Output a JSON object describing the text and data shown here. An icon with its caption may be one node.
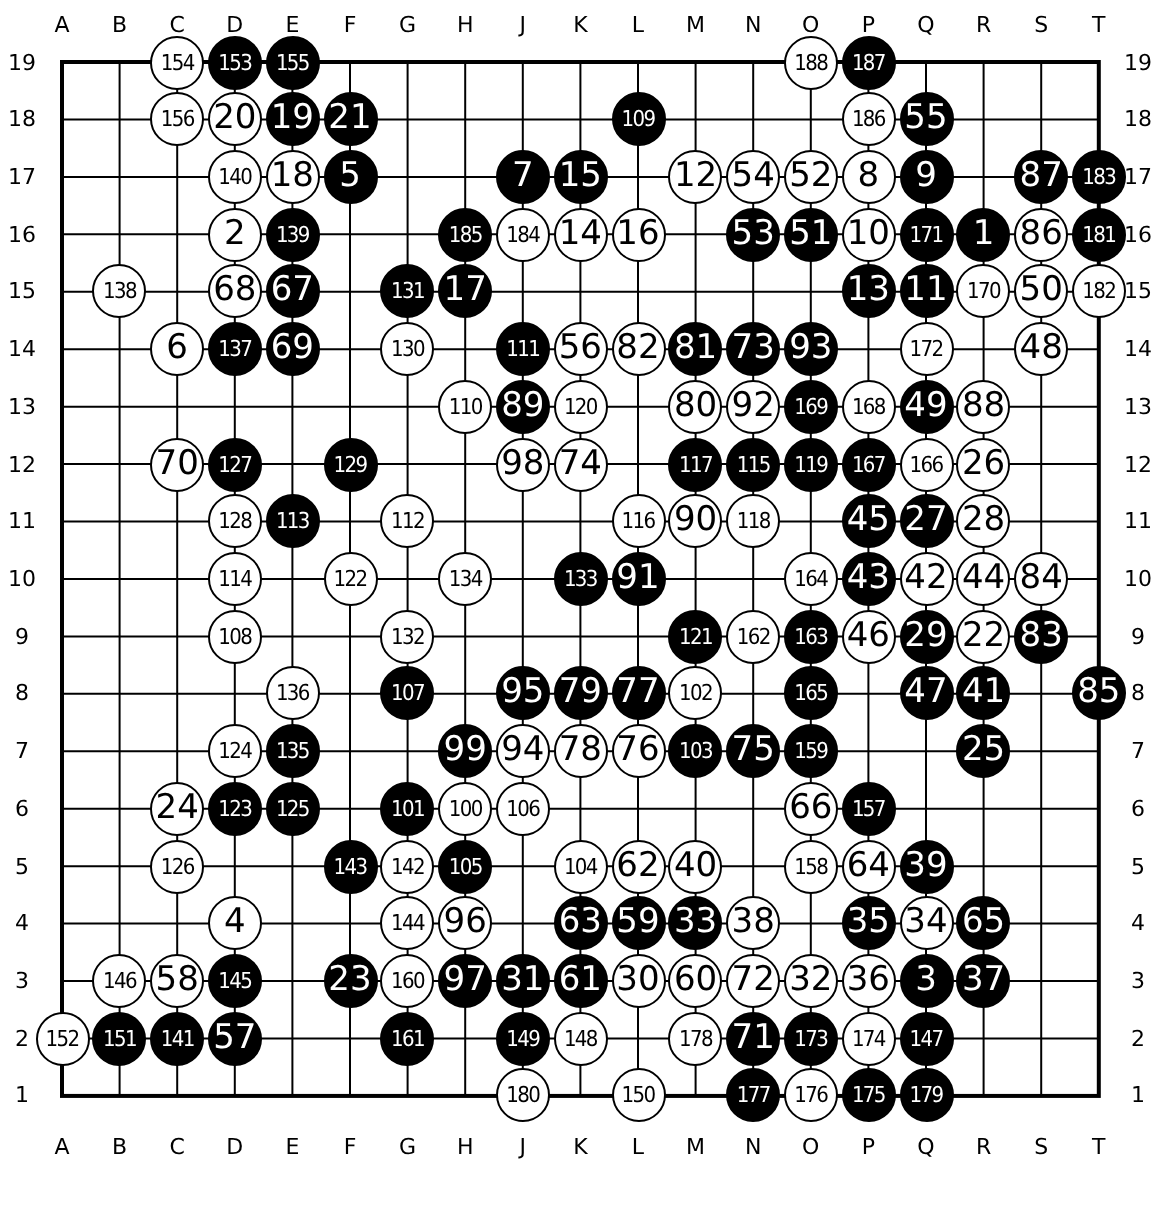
{
  "diagram": {
    "nodes": [
      {
        "text": [
          "154"
        ]
      },
      {
        "text": [
          "153"
        ]
      },
      {
        "text": [
          "155"
        ]
      },
      {
        "text": [
          "188"
        ]
      },
      {
        "text": [
          "187"
        ]
      },
      {
        "text": [
          "156"
        ]
      },
      {
        "text": [
          "20"
        ]
      },
      {
        "text": [
          "19"
        ]
      },
      {
        "text": [
          "21"
        ]
      },
      {
        "text": [
          "109"
        ]
      },
      {
        "text": [
          "186"
        ]
      },
      {
        "text": [
          "55"
        ]
      },
      {
        "text": [
          "140"
        ]
      },
      {
        "text": [
          "18"
        ]
      },
      {
        "text": [
          "5"
        ]
      },
      {
        "text": [
          "7"
        ]
      },
      {
        "text": [
          "15"
        ]
      },
      {
        "text": [
          "12"
        ]
      },
      {
        "text": [
          "54"
        ]
      },
      {
        "text": [
          "52"
        ]
      },
      {
        "text": [
          "8"
        ]
      },
      {
        "text": [
          "9"
        ]
      },
      {
        "text": [
          "87"
        ]
      },
      {
        "text": [
          "183"
        ]
      },
      {
        "text": [
          "2"
        ]
      },
      {
        "text": [
          "139"
        ]
      },
      {
        "text": [
          "185"
        ]
      },
      {
        "text": [
          "184"
        ]
      },
      {
        "text": [
          "14"
        ]
      },
      {
        "text": [
          "16"
        ]
      },
      {
        "text": [
          "53"
        ]
      },
      {
        "text": [
          "51"
        ]
      },
      {
        "text": [
          "10"
        ]
      },
      {
        "text": [
          "171"
        ]
      },
      {
        "text": [
          "1"
        ]
      },
      {
        "text": [
          "86"
        ]
      },
      {
        "text": [
          "181"
        ]
      },
      {
        "text": [
          "138"
        ]
      },
      {
        "text": [
          "68"
        ]
      },
      {
        "text": [
          "67"
        ]
      },
      {
        "text": [
          "131"
        ]
      },
      {
        "text": [
          "17"
        ]
      },
      {
        "text": [
          "13"
        ]
      },
      {
        "text": [
          "11"
        ]
      },
      {
        "text": [
          "170"
        ]
      },
      {
        "text": [
          "50"
        ]
      },
      {
        "text": [
          "182"
        ]
      },
      {
        "text": [
          "6"
        ]
      },
      {
        "text": [
          "137"
        ]
      },
      {
        "text": [
          "69"
        ]
      },
      {
        "text": [
          "130"
        ]
      },
      {
        "text": [
          "111"
        ]
      },
      {
        "text": [
          "56"
        ]
      },
      {
        "text": [
          "82"
        ]
      },
      {
        "text": [
          "81"
        ]
      },
      {
        "text": [
          "73"
        ]
      },
      {
        "text": [
          "93"
        ]
      },
      {
        "text": [
          "172"
        ]
      },
      {
        "text": [
          "48"
        ]
      },
      {
        "text": [
          "110"
        ]
      },
      {
        "text": [
          "89"
        ]
      },
      {
        "text": [
          "120"
        ]
      },
      {
        "text": [
          "80"
        ]
      },
      {
        "text": [
          "92"
        ]
      },
      {
        "text": [
          "169"
        ]
      },
      {
        "text": [
          "168"
        ]
      },
      {
        "text": [
          "49"
        ]
      },
      {
        "text": [
          "88"
        ]
      },
      {
        "text": [
          "70"
        ]
      },
      {
        "text": [
          "127"
        ]
      },
      {
        "text": [
          "129"
        ]
      },
      {
        "text": [
          "98"
        ]
      },
      {
        "text": [
          "74"
        ]
      },
      {
        "text": [
          "117"
        ]
      },
      {
        "text": [
          "115"
        ]
      },
      {
        "text": [
          "119"
        ]
      },
      {
        "text": [
          "167"
        ]
      },
      {
        "text": [
          "166"
        ]
      },
      {
        "text": [
          "26"
        ]
      },
      {
        "text": [
          "128"
        ]
      },
      {
        "text": [
          "113"
        ]
      },
      {
        "text": [
          "112"
        ]
      },
      {
        "text": [
          "116"
        ]
      },
      {
        "text": [
          "90"
        ]
      },
      {
        "text": [
          "118"
        ]
      },
      {
        "text": [
          "45"
        ]
      },
      {
        "text": [
          "27"
        ]
      },
      {
        "text": [
          "28"
        ]
      },
      {
        "text": [
          "114"
        ]
      },
      {
        "text": [
          "122"
        ]
      },
      {
        "text": [
          "134"
        ]
      },
      {
        "text": [
          "133"
        ]
      },
      {
        "text": [
          "91"
        ]
      },
      {
        "text": [
          "164"
        ]
      },
      {
        "text": [
          "43"
        ]
      },
      {
        "text": [
          "42"
        ]
      },
      {
        "text": [
          "44"
        ]
      },
      {
        "text": [
          "84"
        ]
      },
      {
        "text": [
          "108"
        ]
      },
      {
        "text": [
          "132"
        ]
      },
      {
        "text": [
          "121"
        ]
      },
      {
        "text": [
          "162"
        ]
      },
      {
        "text": [
          "163"
        ]
      },
      {
        "text": [
          "46"
        ]
      },
      {
        "text": [
          "29"
        ]
      },
      {
        "text": [
          "22"
        ]
      },
      {
        "text": [
          "83"
        ]
      },
      {
        "text": [
          "136"
        ]
      },
      {
        "text": [
          "107"
        ]
      },
      {
        "text": [
          "95"
        ]
      },
      {
        "text": [
          "79"
        ]
      },
      {
        "text": [
          "77"
        ]
      },
      {
        "text": [
          "102"
        ]
      },
      {
        "text": [
          "165"
        ]
      },
      {
        "text": [
          "47"
        ]
      },
      {
        "text": [
          "41"
        ]
      },
      {
        "text": [
          "85"
        ]
      },
      {
        "text": [
          "124"
        ]
      },
      {
        "text": [
          "135"
        ]
      },
      {
        "text": [
          "99"
        ]
      },
      {
        "text": [
          "94"
        ]
      },
      {
        "text": [
          "78"
        ]
      },
      {
        "text": [
          "76"
        ]
      },
      {
        "text": [
          "103"
        ]
      },
      {
        "text": [
          "75"
        ]
      },
      {
        "text": [
          "159"
        ]
      },
      {
        "text": [
          "25"
        ]
      },
      {
        "text": [
          "24"
        ]
      },
      {
        "text": [
          "123"
        ]
      },
      {
        "text": [
          "125"
        ]
      },
      {
        "text": [
          "101"
        ]
      },
      {
        "text": [
          "100"
        ]
      },
      {
        "text": [
          "106"
        ]
      },
      {
        "text": [
          "66"
        ]
      },
      {
        "text": [
          "157"
        ]
      },
      {
        "text": [
          "126"
        ]
      },
      {
        "text": [
          "143"
        ]
      },
      {
        "text": [
          "142"
        ]
      },
      {
        "text": [
          "105"
        ]
      },
      {
        "text": [
          "104"
        ]
      },
      {
        "text": [
          "62"
        ]
      },
      {
        "text": [
          "40"
        ]
      },
      {
        "text": [
          "158"
        ]
      },
      {
        "text": [
          "64"
        ]
      },
      {
        "text": [
          "39"
        ]
      },
      {
        "text": [
          "4"
        ]
      },
      {
        "text": [
          "144"
        ]
      },
      {
        "text": [
          "96"
        ]
      },
      {
        "text": [
          "63"
        ]
      },
      {
        "text": [
          "59"
        ]
      },
      {
        "text": [
          "33"
        ]
      },
      {
        "text": [
          "38"
        ]
      },
      {
        "text": [
          "35"
        ]
      },
      {
        "text": [
          "34"
        ]
      },
      {
        "text": [
          "65"
        ]
      },
      {
        "text": [
          "146"
        ]
      },
      {
        "text": [
          "58"
        ]
      },
      {
        "text": [
          "145"
        ]
      },
      {
        "text": [
          "23"
        ]
      },
      {
        "text": [
          "160"
        ]
      },
      {
        "text": [
          "97"
        ]
      },
      {
        "text": [
          "31"
        ]
      },
      {
        "text": [
          "61"
        ]
      },
      {
        "text": [
          "30"
        ]
      },
      {
        "text": [
          "60"
        ]
      },
      {
        "text": [
          "72"
        ]
      },
      {
        "text": [
          "32"
        ]
      },
      {
        "text": [
          "36"
        ]
      },
      {
        "text": [
          "3"
        ]
      },
      {
        "text": [
          "37"
        ]
      },
      {
        "text": [
          "152"
        ]
      },
      {
        "text": [
          "151"
        ]
      },
      {
        "text": [
          "141"
        ]
      },
      {
        "text": [
          "57"
        ]
      },
      {
        "text": [
          "161"
        ]
      },
      {
        "text": [
          "149"
        ]
      },
      {
        "text": [
          "148"
        ]
      },
      {
        "text": [
          "178"
        ]
      },
      {
        "text": [
          "71"
        ]
      },
      {
        "text": [
          "173"
        ]
      },
      {
        "text": [
          "174"
        ]
      },
      {
        "text": [
          "147"
        ]
      },
      {
        "text": [
          "180"
        ]
      },
      {
        "text": [
          "150"
        ]
      },
      {
        "text": [
          "177"
        ]
      },
      {
        "text": [
          "176"
        ]
      },
      {
        "text": [
          "175"
        ]
      },
      {
        "text": [
          "179"
        ]
      }
    ],
    "labels": [
      "A",
      "B",
      "C",
      "D",
      "E",
      "F",
      "G",
      "H",
      "J",
      "K",
      "L",
      "M",
      "N",
      "O",
      "P",
      "Q",
      "R",
      "S",
      "T",
      "19",
      "19",
      "18",
      "18",
      "17",
      "17",
      "16",
      "16",
      "15",
      "15",
      "14",
      "14",
      "13",
      "13",
      "12",
      "12",
      "11",
      "11",
      "10",
      "10",
      "9",
      "9",
      "8",
      "8",
      "7",
      "7",
      "6",
      "6",
      "5",
      "5",
      "4",
      "4",
      "3",
      "3",
      "2",
      "2",
      "1",
      "1",
      "A",
      "B",
      "C",
      "D",
      "E",
      "F",
      "G",
      "H",
      "J",
      "K",
      "L",
      "M",
      "N",
      "O",
      "P",
      "Q",
      "R",
      "S",
      "T"
    ]
  }
}
